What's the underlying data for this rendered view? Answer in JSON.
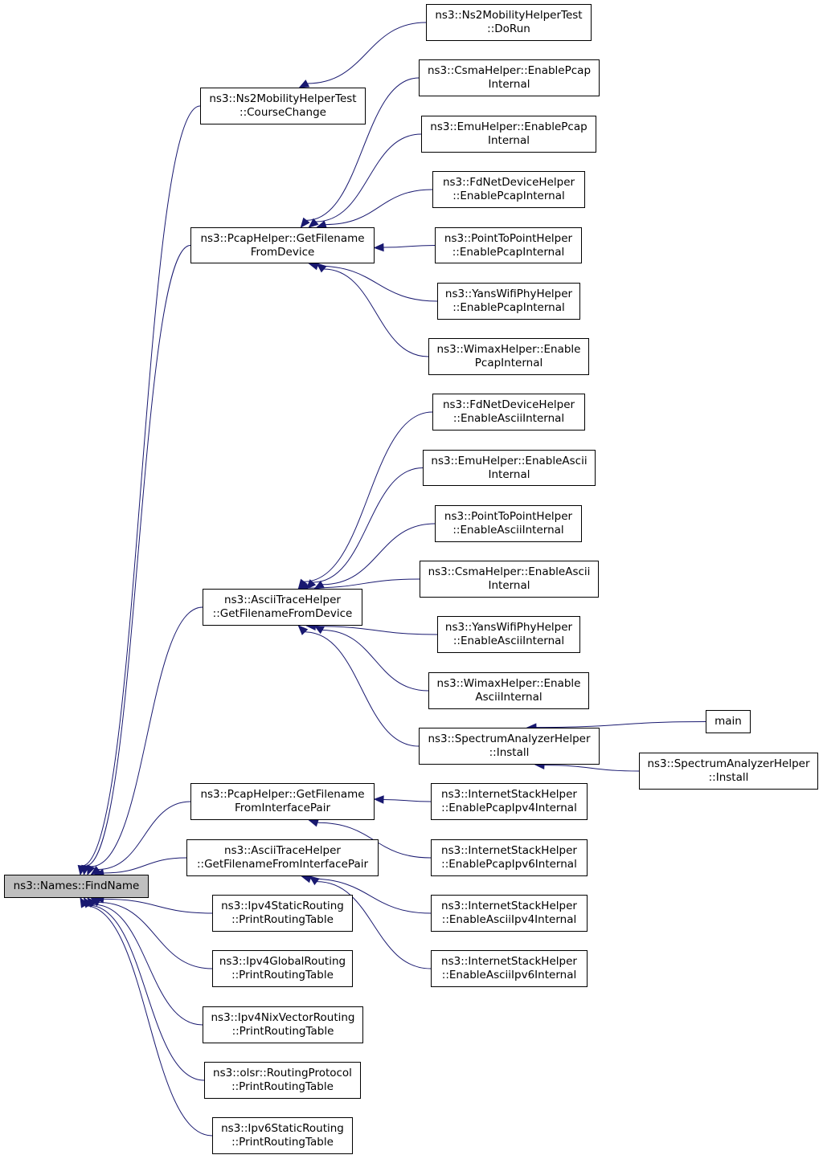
{
  "colors": {
    "edge": "#191970",
    "focus_fill": "#bfbfbf",
    "node_border": "#000000"
  },
  "nodes": {
    "findname": {
      "lines": [
        "ns3::Names::FindName"
      ]
    },
    "ns2_course": {
      "lines": [
        "ns3::Ns2MobilityHelperTest",
        "::CourseChange"
      ]
    },
    "ns2_dorun": {
      "lines": [
        "ns3::Ns2MobilityHelperTest",
        "::DoRun"
      ]
    },
    "pcap_dev": {
      "lines": [
        "ns3::PcapHelper::GetFilename",
        "FromDevice"
      ]
    },
    "csma_pcap": {
      "lines": [
        "ns3::CsmaHelper::EnablePcap",
        "Internal"
      ]
    },
    "emu_pcap": {
      "lines": [
        "ns3::EmuHelper::EnablePcap",
        "Internal"
      ]
    },
    "fdnet_pcap": {
      "lines": [
        "ns3::FdNetDeviceHelper",
        "::EnablePcapInternal"
      ]
    },
    "p2p_pcap": {
      "lines": [
        "ns3::PointToPointHelper",
        "::EnablePcapInternal"
      ]
    },
    "yans_pcap": {
      "lines": [
        "ns3::YansWifiPhyHelper",
        "::EnablePcapInternal"
      ]
    },
    "wimax_pcap": {
      "lines": [
        "ns3::WimaxHelper::Enable",
        "PcapInternal"
      ]
    },
    "ascii_dev": {
      "lines": [
        "ns3::AsciiTraceHelper",
        "::GetFilenameFromDevice"
      ]
    },
    "fdnet_ascii": {
      "lines": [
        "ns3::FdNetDeviceHelper",
        "::EnableAsciiInternal"
      ]
    },
    "emu_ascii": {
      "lines": [
        "ns3::EmuHelper::EnableAscii",
        "Internal"
      ]
    },
    "p2p_ascii": {
      "lines": [
        "ns3::PointToPointHelper",
        "::EnableAsciiInternal"
      ]
    },
    "csma_ascii": {
      "lines": [
        "ns3::CsmaHelper::EnableAscii",
        "Internal"
      ]
    },
    "yans_ascii": {
      "lines": [
        "ns3::YansWifiPhyHelper",
        "::EnableAsciiInternal"
      ]
    },
    "wimax_ascii": {
      "lines": [
        "ns3::WimaxHelper::Enable",
        "AsciiInternal"
      ]
    },
    "spectrum1": {
      "lines": [
        "ns3::SpectrumAnalyzerHelper",
        "::Install"
      ]
    },
    "main": {
      "lines": [
        "main"
      ]
    },
    "spectrum2": {
      "lines": [
        "ns3::SpectrumAnalyzerHelper",
        "::Install"
      ]
    },
    "pcap_ifp": {
      "lines": [
        "ns3::PcapHelper::GetFilename",
        "FromInterfacePair"
      ]
    },
    "ish_pcap4": {
      "lines": [
        "ns3::InternetStackHelper",
        "::EnablePcapIpv4Internal"
      ]
    },
    "ish_pcap6": {
      "lines": [
        "ns3::InternetStackHelper",
        "::EnablePcapIpv6Internal"
      ]
    },
    "ascii_ifp": {
      "lines": [
        "ns3::AsciiTraceHelper",
        "::GetFilenameFromInterfacePair"
      ]
    },
    "ish_ascii4": {
      "lines": [
        "ns3::InternetStackHelper",
        "::EnableAsciiIpv4Internal"
      ]
    },
    "ish_ascii6": {
      "lines": [
        "ns3::InternetStackHelper",
        "::EnableAsciiIpv6Internal"
      ]
    },
    "ipv4static": {
      "lines": [
        "ns3::Ipv4StaticRouting",
        "::PrintRoutingTable"
      ]
    },
    "ipv4global": {
      "lines": [
        "ns3::Ipv4GlobalRouting",
        "::PrintRoutingTable"
      ]
    },
    "ipv4nix": {
      "lines": [
        "ns3::Ipv4NixVectorRouting",
        "::PrintRoutingTable"
      ]
    },
    "olsr": {
      "lines": [
        "ns3::olsr::RoutingProtocol",
        "::PrintRoutingTable"
      ]
    },
    "ipv6static": {
      "lines": [
        "ns3::Ipv6StaticRouting",
        "::PrintRoutingTable"
      ]
    }
  },
  "edges": [
    [
      "ns2_course",
      "findname"
    ],
    [
      "pcap_dev",
      "findname"
    ],
    [
      "ascii_dev",
      "findname"
    ],
    [
      "pcap_ifp",
      "findname"
    ],
    [
      "ascii_ifp",
      "findname"
    ],
    [
      "ipv4static",
      "findname"
    ],
    [
      "ipv4global",
      "findname"
    ],
    [
      "ipv4nix",
      "findname"
    ],
    [
      "olsr",
      "findname"
    ],
    [
      "ipv6static",
      "findname"
    ],
    [
      "ns2_dorun",
      "ns2_course"
    ],
    [
      "csma_pcap",
      "pcap_dev"
    ],
    [
      "emu_pcap",
      "pcap_dev"
    ],
    [
      "fdnet_pcap",
      "pcap_dev"
    ],
    [
      "p2p_pcap",
      "pcap_dev"
    ],
    [
      "yans_pcap",
      "pcap_dev"
    ],
    [
      "wimax_pcap",
      "pcap_dev"
    ],
    [
      "fdnet_ascii",
      "ascii_dev"
    ],
    [
      "emu_ascii",
      "ascii_dev"
    ],
    [
      "p2p_ascii",
      "ascii_dev"
    ],
    [
      "csma_ascii",
      "ascii_dev"
    ],
    [
      "yans_ascii",
      "ascii_dev"
    ],
    [
      "wimax_ascii",
      "ascii_dev"
    ],
    [
      "spectrum1",
      "ascii_dev"
    ],
    [
      "main",
      "spectrum1"
    ],
    [
      "spectrum2",
      "spectrum1"
    ],
    [
      "ish_pcap4",
      "pcap_ifp"
    ],
    [
      "ish_pcap6",
      "pcap_ifp"
    ],
    [
      "ish_ascii4",
      "ascii_ifp"
    ],
    [
      "ish_ascii6",
      "ascii_ifp"
    ]
  ]
}
